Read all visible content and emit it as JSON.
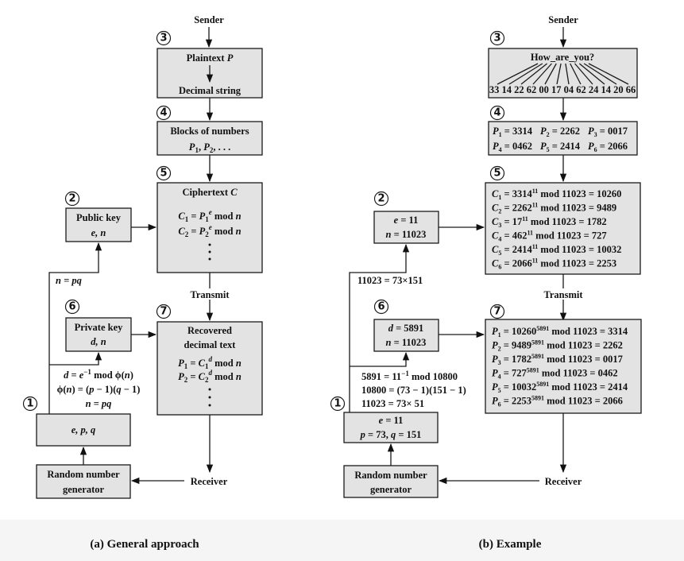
{
  "general": {
    "sender": "Sender",
    "plaintext": "Plaintext P",
    "decimal_string": "Decimal string",
    "blocks_title": "Blocks of numbers",
    "blocks_line": "P1, P2, . . .",
    "ciphertext_title": "Ciphertext C",
    "c1": "C1 = P1e mod n",
    "c2": "C2 = P2e mod n",
    "public_key_title": "Public key",
    "public_key_line": "e, n",
    "n_eq": "n = pq",
    "transmit": "Transmit",
    "private_key_title": "Private key",
    "private_key_line": "d, n",
    "recovered_title_1": "Recovered",
    "recovered_title_2": "decimal text",
    "p1": "P1 = C1d mod n",
    "p2": "P2 = C2d mod n",
    "eq1": "d = e−1 mod ϕ(n)",
    "eq2": "ϕ(n) = (p − 1)(q − 1)",
    "eq3": "n = pq",
    "epq": "e, p, q",
    "rng_1": "Random number",
    "rng_2": "generator",
    "receiver": "Receiver",
    "caption": "(a) General approach"
  },
  "example": {
    "sender": "Sender",
    "message": "How_are_you?",
    "codes": "33 14 22 62 00 17 04 62 24 14 20 66",
    "blocks": [
      "P1 = 3314",
      "P2 = 2262",
      "P3 = 0017",
      "P4 = 0462",
      "P5 = 2414",
      "P6 = 2066"
    ],
    "cipher_lines": [
      "C1 = 331411 mod 11023 = 10260",
      "C2 = 226211 mod 11023 = 9489",
      "C3 = 1711 mod 11023 = 1782",
      "C4 = 46211 mod 11023 = 727",
      "C5 = 241411 mod 11023 = 10032",
      "C6 = 206611 mod 11023 = 2253"
    ],
    "public_e": "e = 11",
    "public_n": "n = 11023",
    "n_fact": "11023 = 73×151",
    "transmit": "Transmit",
    "private_d": "d = 5891",
    "private_n": "n = 11023",
    "recovered_lines": [
      "P1 = 102605891 mod 11023 = 3314",
      "P2 = 94895891 mod 11023 = 2262",
      "P3 = 17825891 mod 11023 = 0017",
      "P4 = 7275891 mod 11023 = 0462",
      "P5 = 100325891 mod 11023 = 2414",
      "P6 = 22535891 mod 11023 = 2066"
    ],
    "eq1": "5891 = 11−1 mod 10800",
    "eq2": "10800 = (73 − 1)(151 − 1)",
    "eq3": "11023 = 73× 51",
    "e_val": "e = 11",
    "pq_val": "p = 73, q = 151",
    "rng_1": "Random number",
    "rng_2": "generator",
    "receiver": "Receiver",
    "caption": "(b) Example"
  },
  "steps": [
    "1",
    "2",
    "3",
    "4",
    "5",
    "6",
    "7"
  ]
}
